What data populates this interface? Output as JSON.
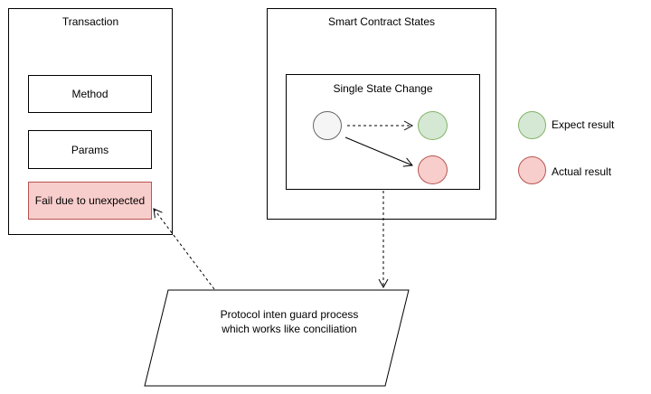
{
  "transaction": {
    "title": "Transaction",
    "method_label": "Method",
    "params_label": "Params",
    "fail_label": "Fail due to unexpected"
  },
  "contract_states": {
    "title": "Smart Contract States",
    "state_change": {
      "title": "Single State Change"
    }
  },
  "legend": {
    "expect_label": "Expect result",
    "actual_label": "Actual result"
  },
  "process": {
    "line1": "Protocol inten guard process",
    "line2": "which works like conciliation"
  },
  "colors": {
    "neutral_fill": "#f5f5f5",
    "neutral_stroke": "#666666",
    "expect_fill": "#d5e8d4",
    "expect_stroke": "#82b366",
    "actual_fill": "#f8cecc",
    "actual_stroke": "#b85450"
  }
}
